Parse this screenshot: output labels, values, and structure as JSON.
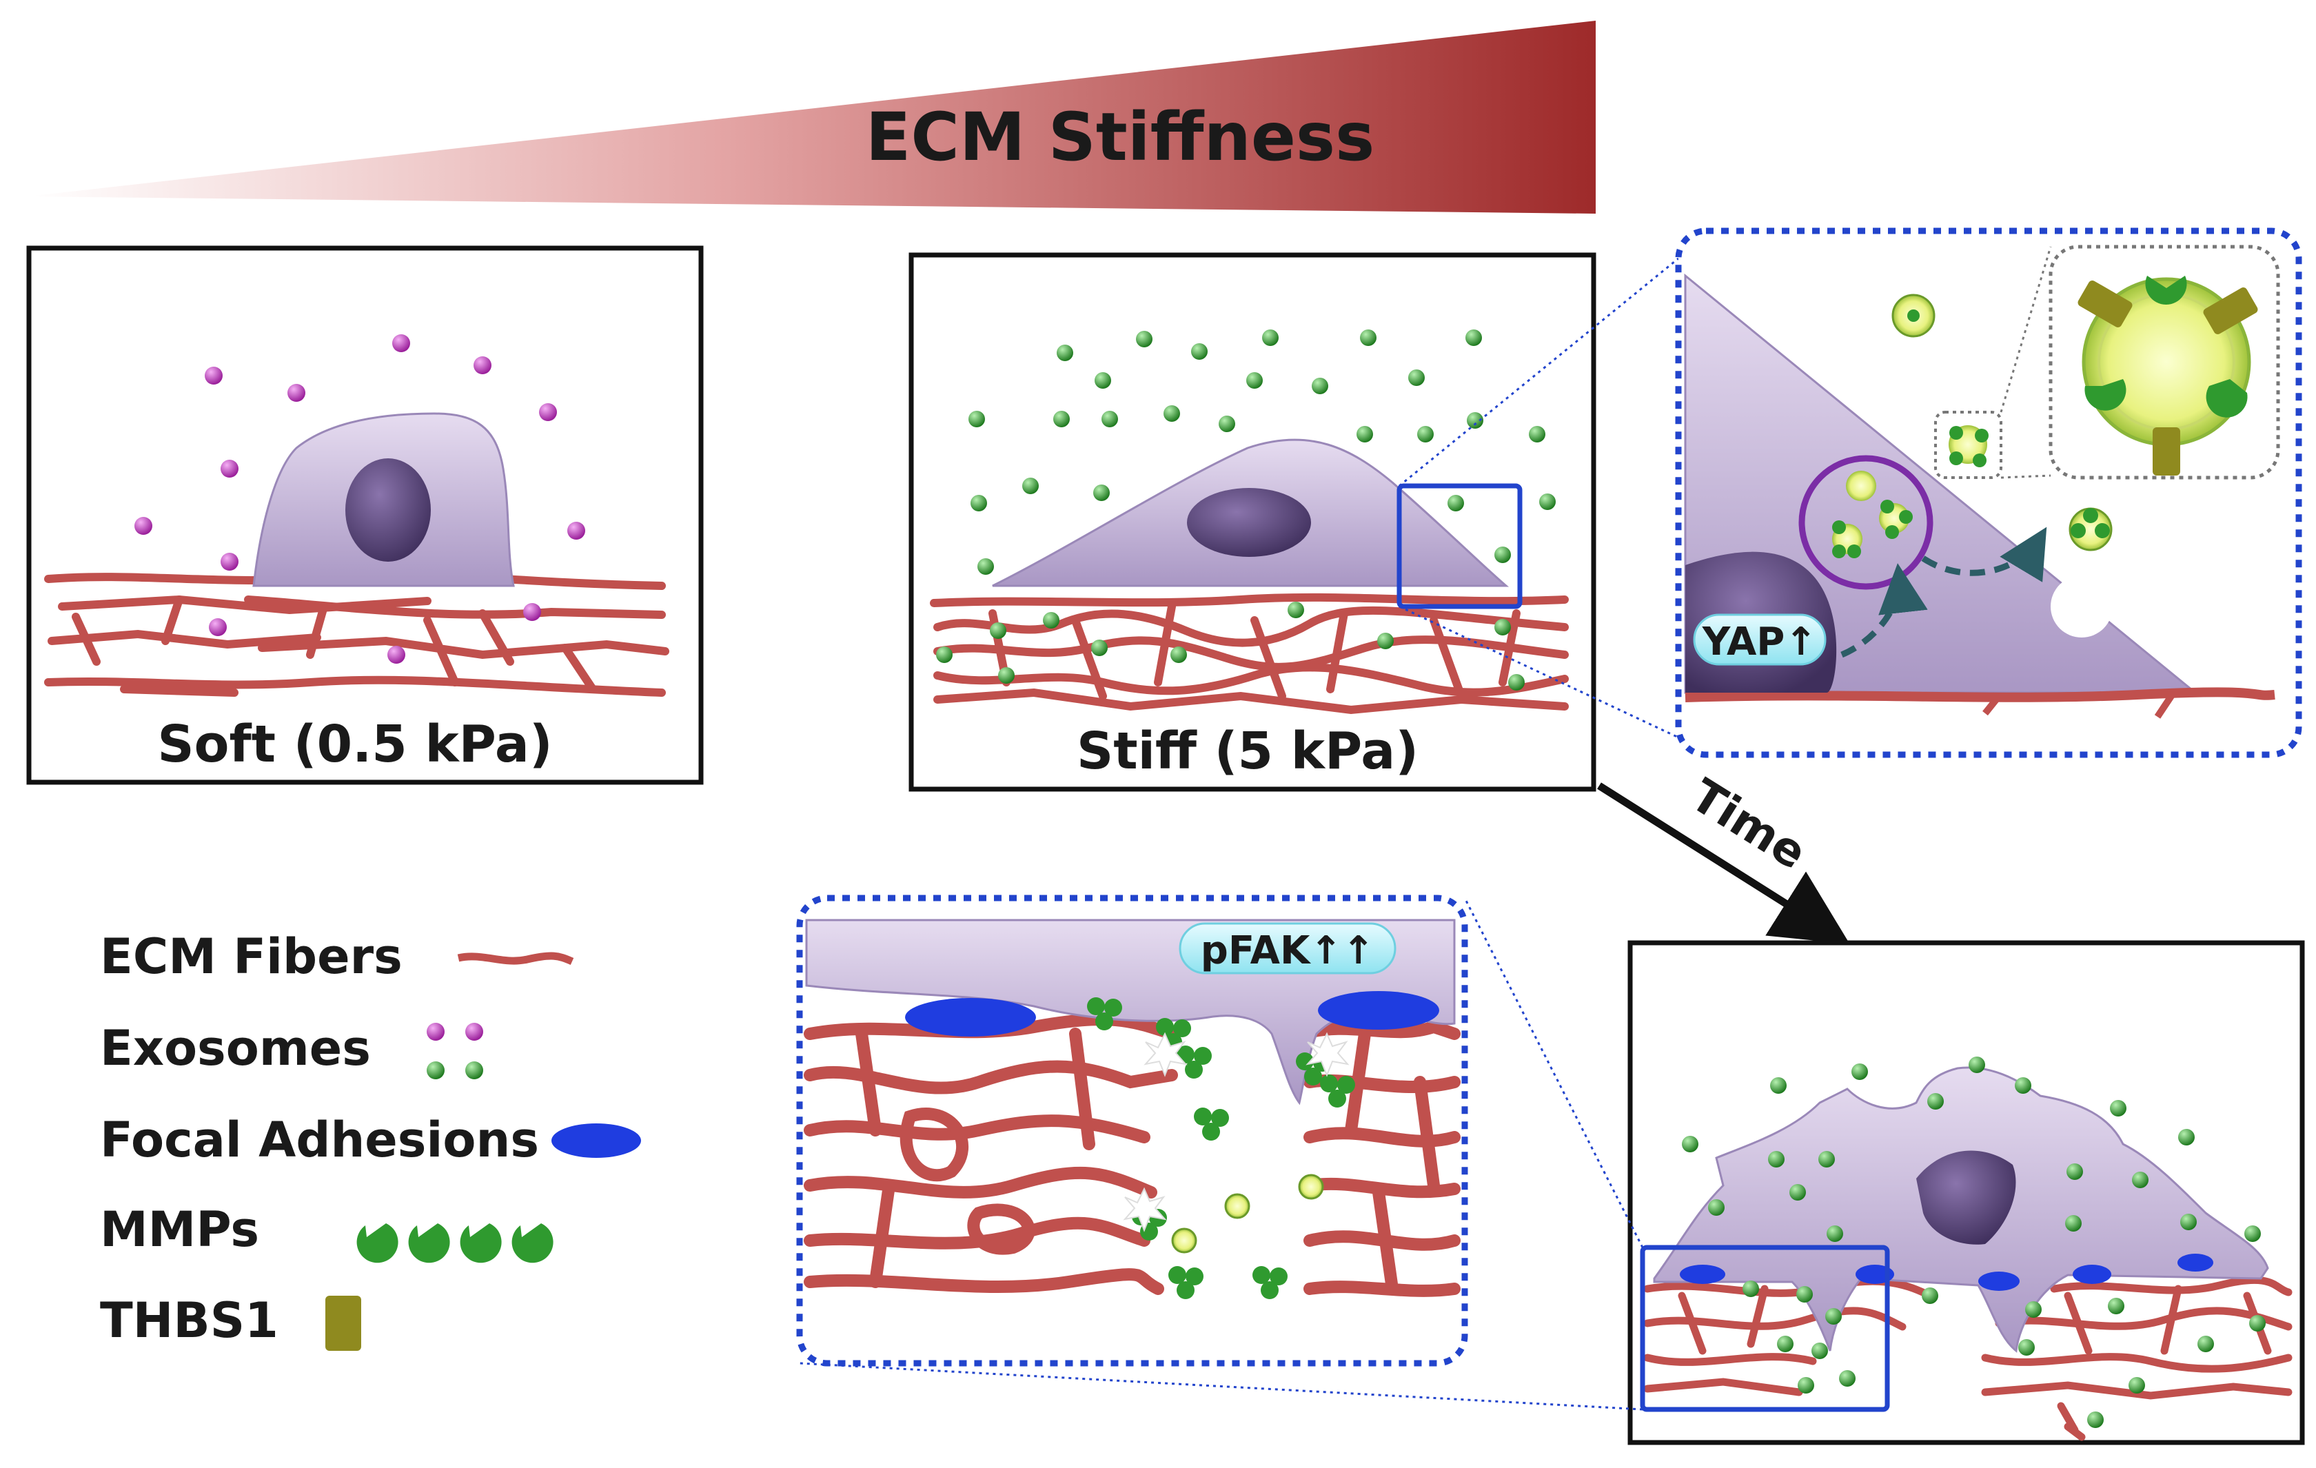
{
  "header": {
    "title": "ECM Stiffness"
  },
  "panels": {
    "soft": {
      "label": "Soft (0.5 kPa)"
    },
    "stiff": {
      "label": "Stiff (5 kPa)"
    }
  },
  "zoom_cell": {
    "badge": "YAP↑"
  },
  "zoom_adhesion": {
    "badge": "pFAK↑↑"
  },
  "arrow": {
    "label": "Time"
  },
  "legend": {
    "items": [
      {
        "label": "ECM Fibers",
        "icon": "ecm-fiber-icon"
      },
      {
        "label": "Exosomes",
        "icon": "exosome-icon"
      },
      {
        "label": "Focal Adhesions",
        "icon": "focal-adhesion-icon"
      },
      {
        "label": "MMPs",
        "icon": "mmp-icon"
      },
      {
        "label": "THBS1",
        "icon": "thbs1-icon"
      }
    ]
  },
  "colors": {
    "fiber": "#c0504d",
    "cell": "#c9b6dc",
    "nucleus": "#5e4a7e",
    "exosome_soft": "#c23bc2",
    "exosome_stiff": "#2f9a2f",
    "focal_adhesion": "#1f3de0",
    "thbs1": "#8f8a1f",
    "gradient_dark": "#9e2a2a",
    "highlight": "#2244cc"
  }
}
